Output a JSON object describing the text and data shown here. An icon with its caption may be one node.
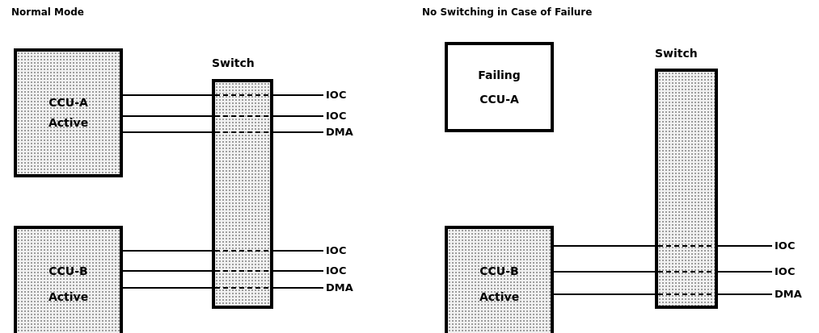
{
  "diagram": {
    "nodes": [
      {
        "text": [
          "CCU-A Active"
        ]
      },
      {
        "text": [
          "Switch"
        ]
      },
      {
        "text": [
          "IOC"
        ]
      },
      {
        "text": [
          "IOC"
        ]
      },
      {
        "text": [
          "DMA"
        ]
      },
      {
        "text": [
          "CCU-B Active"
        ]
      },
      {
        "text": [
          "IOC"
        ]
      },
      {
        "text": [
          "IOC"
        ]
      },
      {
        "text": [
          "DMA"
        ]
      },
      {
        "text": [
          "Failing CCU-A"
        ]
      },
      {
        "text": [
          "Switch"
        ]
      },
      {
        "text": [
          "CCU-B Active"
        ]
      },
      {
        "text": [
          "IOC"
        ]
      },
      {
        "text": [
          "IOC"
        ]
      },
      {
        "text": [
          "DMA"
        ]
      }
    ],
    "edges": [
      {
        "from": 0,
        "to": 1,
        "arrow": "none"
      },
      {
        "from": 0,
        "to": 1,
        "arrow": "none"
      },
      {
        "from": 0,
        "to": 1,
        "arrow": "none"
      },
      {
        "from": 1,
        "to": 2,
        "arrow": "none"
      },
      {
        "from": 1,
        "to": 3,
        "arrow": "none"
      },
      {
        "from": 1,
        "to": 4,
        "arrow": "none"
      },
      {
        "from": 5,
        "to": 1,
        "arrow": "none"
      },
      {
        "from": 5,
        "to": 1,
        "arrow": "none"
      },
      {
        "from": 5,
        "to": 1,
        "arrow": "none"
      },
      {
        "from": 1,
        "to": 6,
        "arrow": "none"
      },
      {
        "from": 1,
        "to": 7,
        "arrow": "none"
      },
      {
        "from": 1,
        "to": 8,
        "arrow": "none"
      },
      {
        "from": 11,
        "to": 10,
        "arrow": "none"
      },
      {
        "from": 11,
        "to": 10,
        "arrow": "none"
      },
      {
        "from": 11,
        "to": 10,
        "arrow": "none"
      },
      {
        "from": 10,
        "to": 12,
        "arrow": "none"
      },
      {
        "from": 10,
        "to": 13,
        "arrow": "none"
      },
      {
        "from": 10,
        "to": 14,
        "arrow": "none"
      }
    ],
    "labels": [
      "Normal Mode",
      "No Switching in Case of Failure"
    ]
  }
}
